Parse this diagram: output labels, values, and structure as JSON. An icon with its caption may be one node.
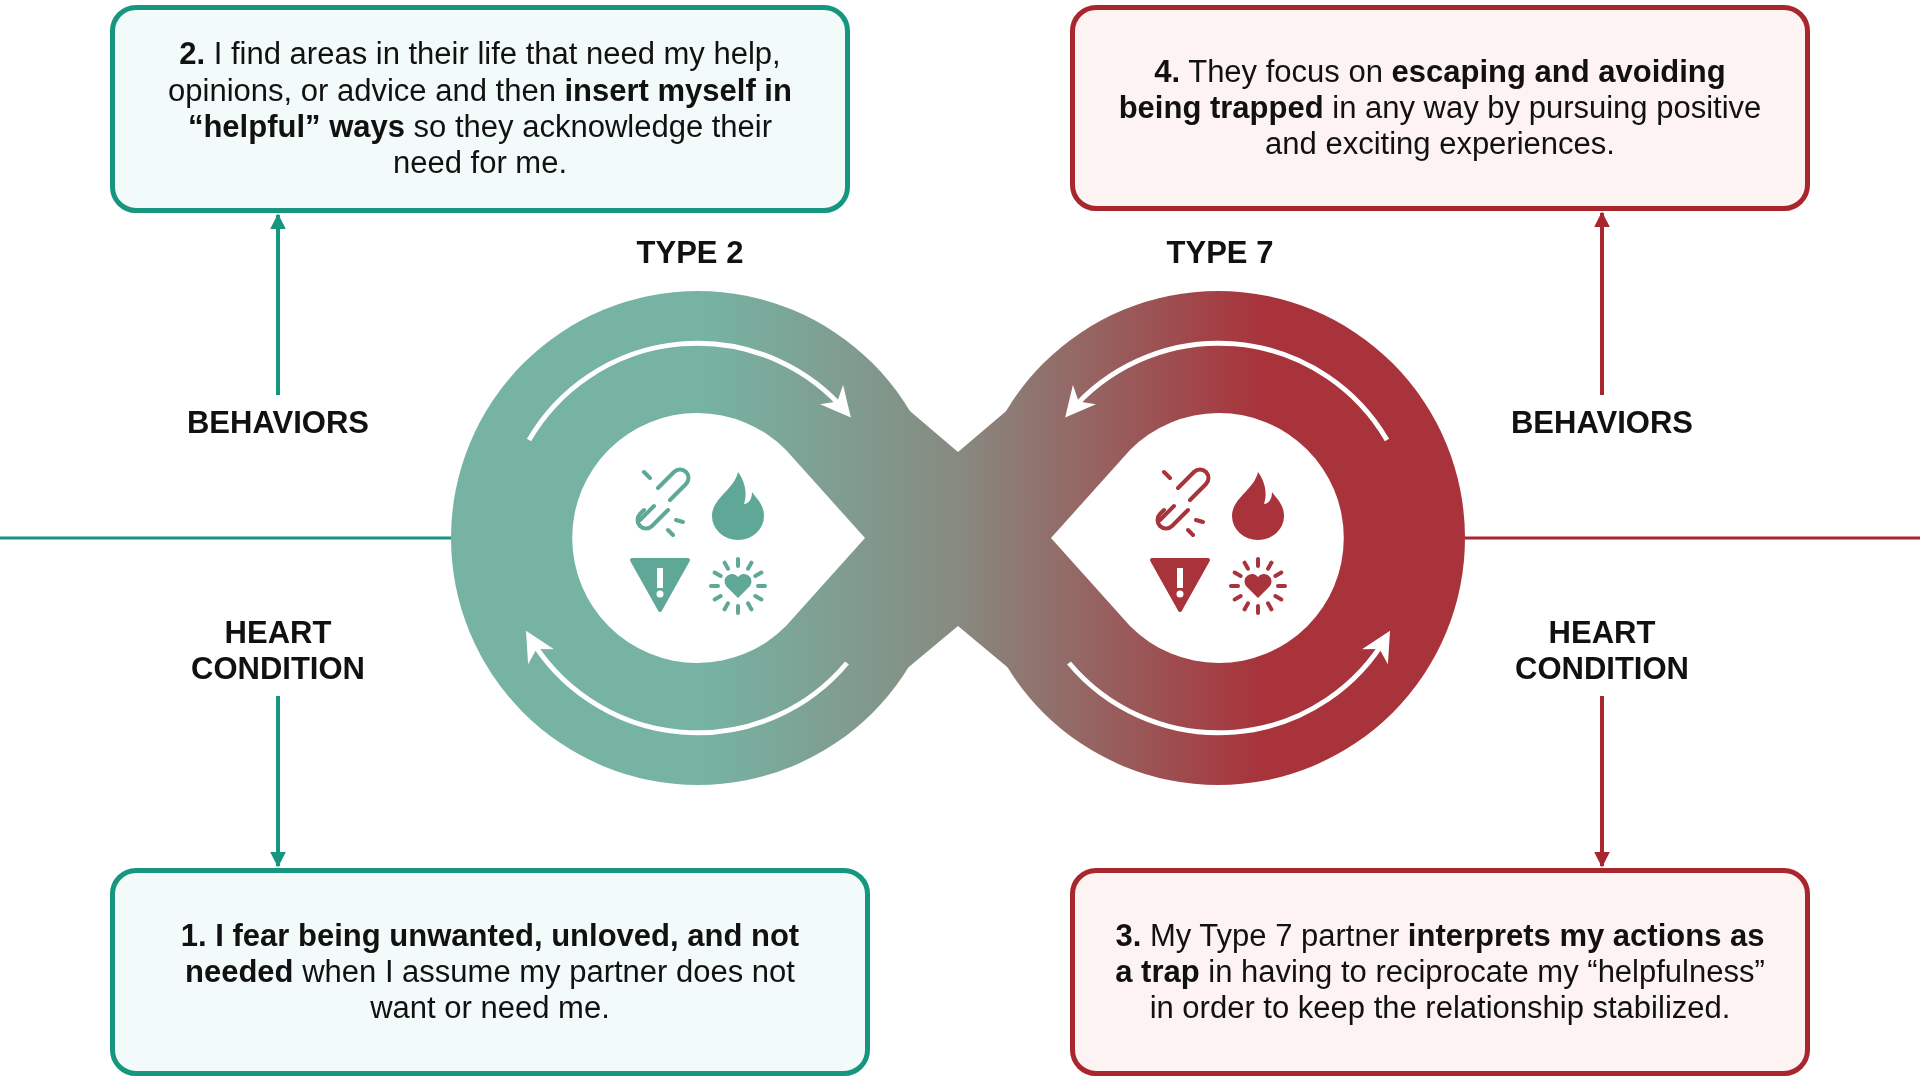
{
  "diagram": {
    "nodes": [
      {
        "text": [
          "**2.** I find areas in their life that need my help, opinions, or advice and then **insert myself in “helpful” ways** so they acknowledge their need for me."
        ]
      },
      {
        "text": [
          "**4.** They focus on **escaping and avoiding being trapped** in any way by pursuing positive and exciting experiences."
        ]
      },
      {
        "text": [
          "BEHAVIORS"
        ]
      },
      {
        "text": [
          "BEHAVIORS"
        ]
      },
      {
        "text": [
          "HEART CONDITION"
        ]
      },
      {
        "text": [
          "HEART CONDITION"
        ]
      },
      {
        "text": [
          "**1. I fear being unwanted, unloved, and not needed** when I assume my partner does not want or need me."
        ]
      },
      {
        "text": [
          "**3.** My Type 7 partner **interprets my actions as a trap** in having to reciprocate my “helpfulness” in order to keep the relationship stabilized."
        ]
      }
    ],
    "edges": [
      {
        "from": 2,
        "to": 0,
        "arrow": "to",
        "color": "#16967f"
      },
      {
        "from": 3,
        "to": 1,
        "arrow": "to",
        "color": "#a8262e"
      },
      {
        "from": 4,
        "to": 6,
        "arrow": "to",
        "color": "#16967f"
      },
      {
        "from": 5,
        "to": 7,
        "arrow": "to",
        "color": "#a8262e"
      }
    ],
    "labels": [
      "TYPE 2",
      "TYPE 7"
    ]
  }
}
